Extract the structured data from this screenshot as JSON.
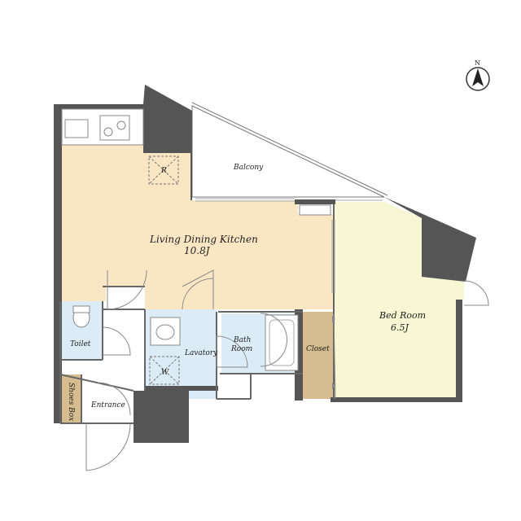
{
  "plan": {
    "compass": {
      "label": "N"
    },
    "rooms": {
      "balcony": {
        "name": "Balcony"
      },
      "ldk": {
        "name": "Living Dining Kitchen",
        "size": "10.8J"
      },
      "bedroom": {
        "name": "Bed Room",
        "size": "6.5J"
      },
      "toilet": {
        "name": "Toilet"
      },
      "lavatory": {
        "name": "Lavatory"
      },
      "bath": {
        "name_line1": "Bath",
        "name_line2": "Room"
      },
      "closet": {
        "name": "Closet"
      },
      "entrance": {
        "name": "Entrance"
      },
      "shoes_box": {
        "name": "Shoes Box"
      }
    },
    "fixtures": {
      "refrigerator_mark": "R",
      "washer_mark": "W"
    }
  },
  "colors": {
    "wall": "#555555",
    "ldk_floor": "#fbe6c4",
    "bedroom_floor": "#f8f7d4",
    "wet_area": "#dcecf6",
    "closet_floor": "#d6bd90",
    "balcony": "#ffffff"
  }
}
